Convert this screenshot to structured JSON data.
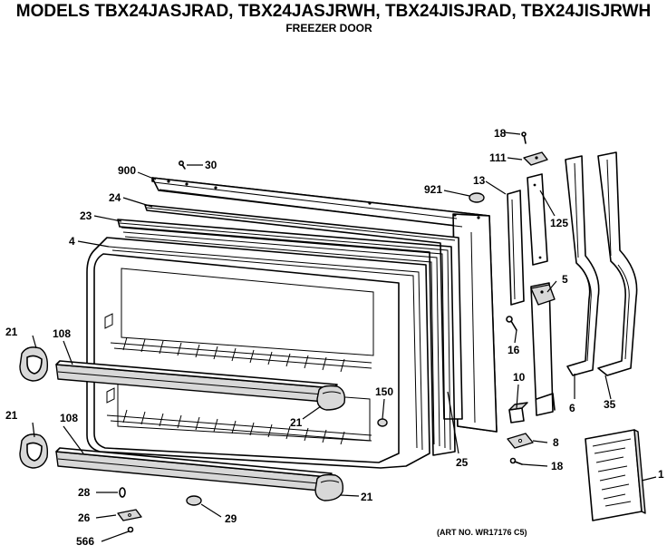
{
  "header": {
    "title": "MODELS TBX24JASJRAD, TBX24JASJRWH, TBX24JISJRAD, TBX24JISJRWH",
    "subtitle": "FREEZER DOOR"
  },
  "footer": {
    "art_no": "(ART NO. WR17176 C5)"
  },
  "labels": [
    {
      "id": "l18a",
      "text": "18"
    },
    {
      "id": "l111",
      "text": "111"
    },
    {
      "id": "l30",
      "text": "30"
    },
    {
      "id": "l900",
      "text": "900"
    },
    {
      "id": "l13",
      "text": "13"
    },
    {
      "id": "l921",
      "text": "921"
    },
    {
      "id": "l24",
      "text": "24"
    },
    {
      "id": "l125",
      "text": "125"
    },
    {
      "id": "l23",
      "text": "23"
    },
    {
      "id": "l4",
      "text": "4"
    },
    {
      "id": "l5",
      "text": "5"
    },
    {
      "id": "l21a",
      "text": "21"
    },
    {
      "id": "l108a",
      "text": "108"
    },
    {
      "id": "l16",
      "text": "16"
    },
    {
      "id": "l10",
      "text": "10"
    },
    {
      "id": "l150",
      "text": "150"
    },
    {
      "id": "l6",
      "text": "6"
    },
    {
      "id": "l35",
      "text": "35"
    },
    {
      "id": "l21b",
      "text": "21"
    },
    {
      "id": "l108b",
      "text": "108"
    },
    {
      "id": "l21c",
      "text": "21"
    },
    {
      "id": "l8",
      "text": "8"
    },
    {
      "id": "l25",
      "text": "25"
    },
    {
      "id": "l18b",
      "text": "18"
    },
    {
      "id": "l1",
      "text": "1"
    },
    {
      "id": "l28",
      "text": "28"
    },
    {
      "id": "l21d",
      "text": "21"
    },
    {
      "id": "l26",
      "text": "26"
    },
    {
      "id": "l29",
      "text": "29"
    },
    {
      "id": "l566",
      "text": "566"
    }
  ],
  "icons": {
    "door-panel": "outer-door-panel",
    "gasket": "door-gasket",
    "liner": "door-liner",
    "shelf-bar": "shelf-bar",
    "cap": "end-cap",
    "hinge": "hinge",
    "handle": "door-handle",
    "book": "instruction-book"
  }
}
